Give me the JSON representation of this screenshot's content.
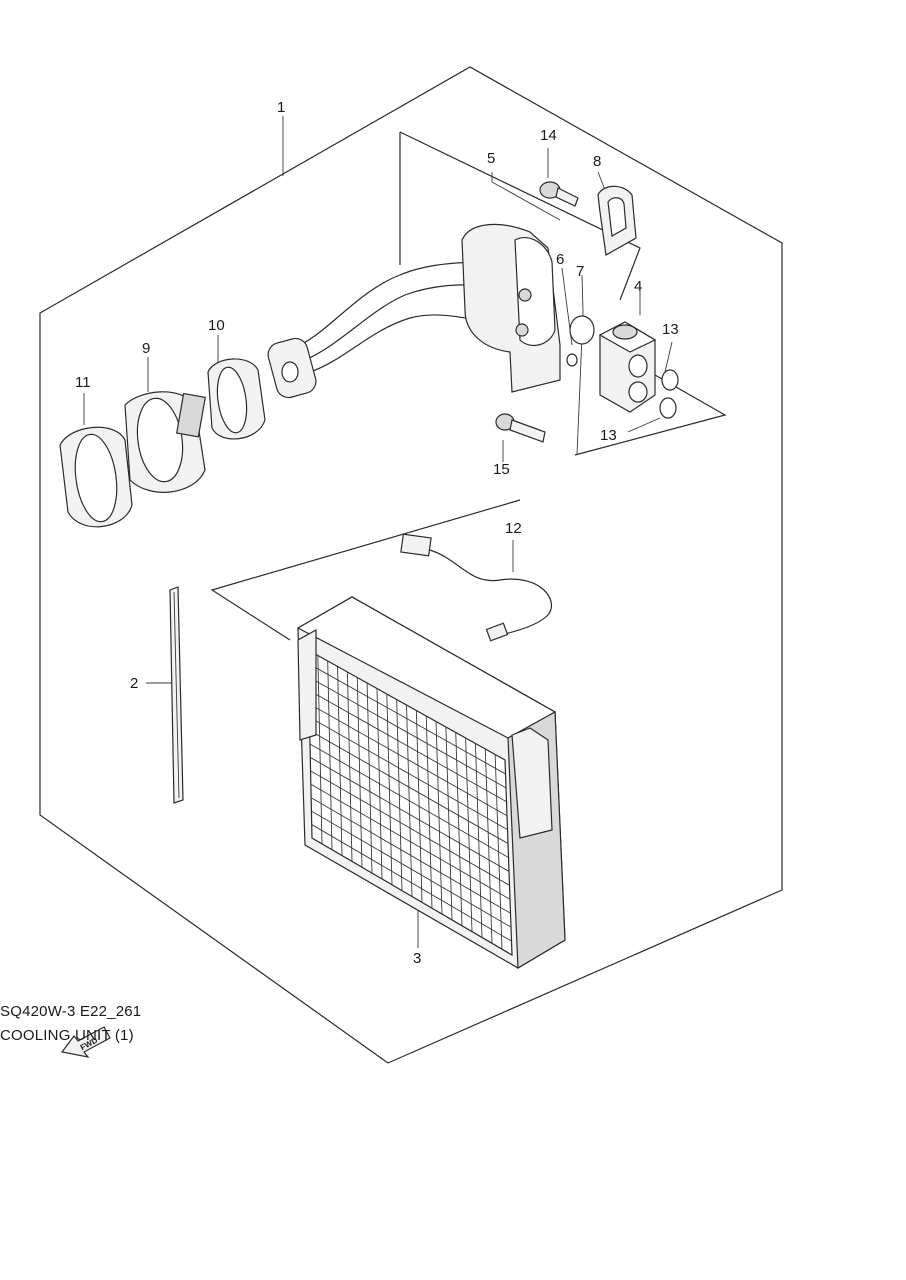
{
  "callouts": {
    "p1": "1",
    "p2": "2",
    "p3": "3",
    "p4": "4",
    "p5": "5",
    "p6": "6",
    "p7": "7",
    "p8": "8",
    "p9": "9",
    "p10": "10",
    "p11": "11",
    "p12": "12",
    "p13a": "13",
    "p13b": "13",
    "p14": "14",
    "p15": "15"
  },
  "fwd_marker": {
    "label": "FWD"
  },
  "caption": {
    "code": "SQ420W-3 E22_261",
    "title": "COOLING UNIT (1)"
  }
}
